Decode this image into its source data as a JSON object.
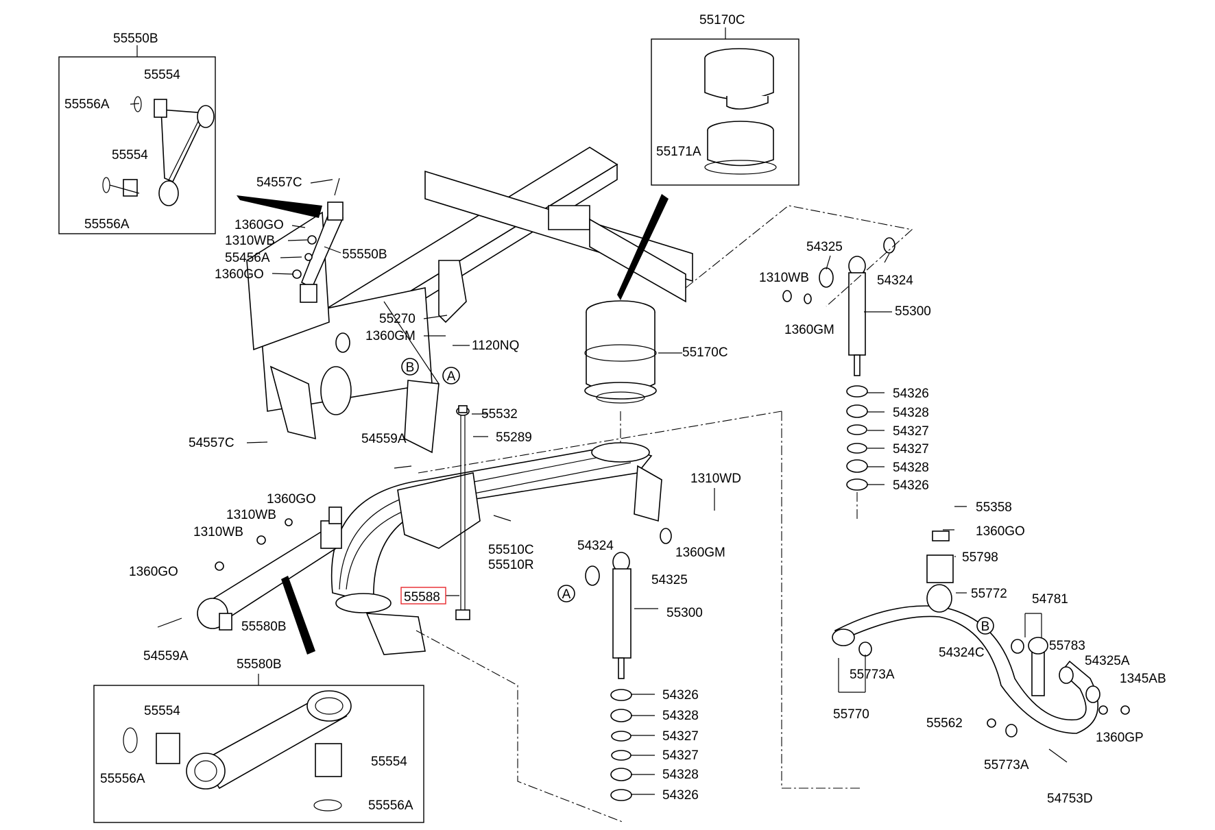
{
  "colors": {
    "line": "#000000",
    "background": "#ffffff",
    "highlight": "#e8262b"
  },
  "labels": {
    "p55550B_top": "55550B",
    "p55554_a": "55554",
    "p55556A_a": "55556A",
    "p55554_b": "55554",
    "p55556A_b": "55556A",
    "p54557C_a": "54557C",
    "p1360GO_a": "1360GO",
    "p1310WB_a": "1310WB",
    "p55456A": "55456A",
    "p55550B_b": "55550B",
    "p1360GO_b": "1360GO",
    "p55270": "55270",
    "p1360GM_a": "1360GM",
    "p1120NQ": "1120NQ",
    "p55170C_top": "55170C",
    "p55171A": "55171A",
    "p55170C_b": "55170C",
    "p54325_a": "54325",
    "p54324_a": "54324",
    "p1310WB_b": "1310WB",
    "p1360GM_b": "1360GM",
    "p55300_a": "55300",
    "p54326_a": "54326",
    "p54328_a": "54328",
    "p54327_a": "54327",
    "p54327_b": "54327",
    "p54328_b": "54328",
    "p54326_b": "54326",
    "p54557C_b": "54557C",
    "p55532": "55532",
    "p55289": "55289",
    "p54559A_a": "54559A",
    "p1310WD": "1310WD",
    "p1360GO_c": "1360GO",
    "p1310WB_c": "1310WB",
    "p1310WB_d": "1310WB",
    "p1360GO_d": "1360GO",
    "p55510C": "55510C",
    "p55510R": "55510R",
    "p54324_b": "54324",
    "p1360GM_c": "1360GM",
    "p54325_b": "54325",
    "p55588": "55588",
    "p55300_b": "55300",
    "p55580B_a": "55580B",
    "p54559A_b": "54559A",
    "p55580B_top": "55580B",
    "p55554_c": "55554",
    "p55556A_c": "55556A",
    "p55554_d": "55554",
    "p55556A_d": "55556A",
    "p54326_c": "54326",
    "p54328_c": "54328",
    "p54327_c": "54327",
    "p54327_d": "54327",
    "p54328_d": "54328",
    "p54326_d": "54326",
    "p55358": "55358",
    "p1360GO_e": "1360GO",
    "p55798": "55798",
    "p55772": "55772",
    "p54781": "54781",
    "p55783": "55783",
    "p54324C": "54324C",
    "p54325A": "54325A",
    "p1345AB": "1345AB",
    "p1360GP": "1360GP",
    "p55773A_a": "55773A",
    "p55770": "55770",
    "p55562": "55562",
    "p55773A_b": "55773A",
    "p54753D": "54753D"
  },
  "callouts": {
    "A_1": "A",
    "B_1": "B",
    "A_2": "A",
    "B_2": "B"
  }
}
